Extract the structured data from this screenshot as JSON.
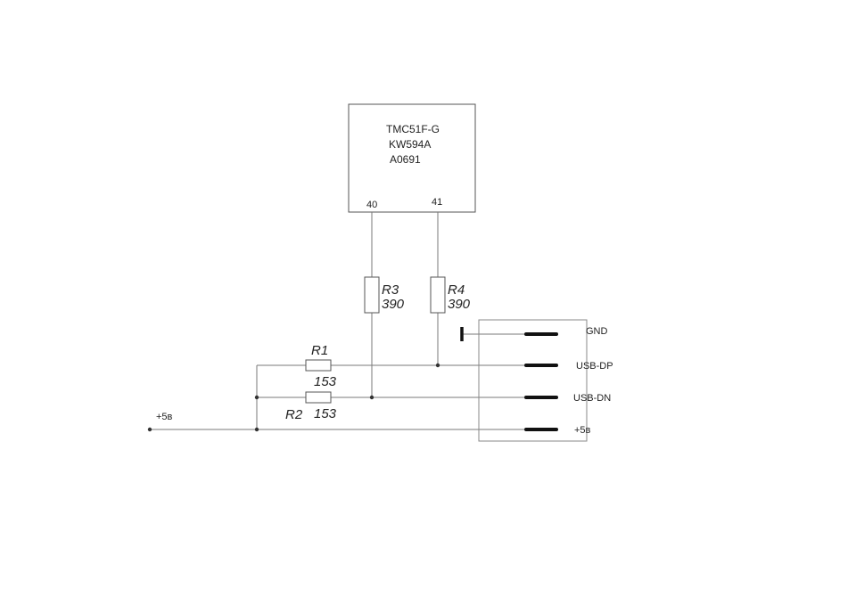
{
  "chip": {
    "lines": [
      "TMC51F-G",
      "KW594A",
      "A0691"
    ],
    "pin_left": "40",
    "pin_right": "41"
  },
  "resistors": {
    "r1": {
      "ref": "R1",
      "value": "153"
    },
    "r2": {
      "ref": "R2",
      "value": "153"
    },
    "r3": {
      "ref": "R3",
      "value": "390"
    },
    "r4": {
      "ref": "R4",
      "value": "390"
    }
  },
  "connector": {
    "pins": [
      "GND",
      "USB-DP",
      "USB-DN",
      "+5в"
    ]
  },
  "supply_label": "+5в"
}
